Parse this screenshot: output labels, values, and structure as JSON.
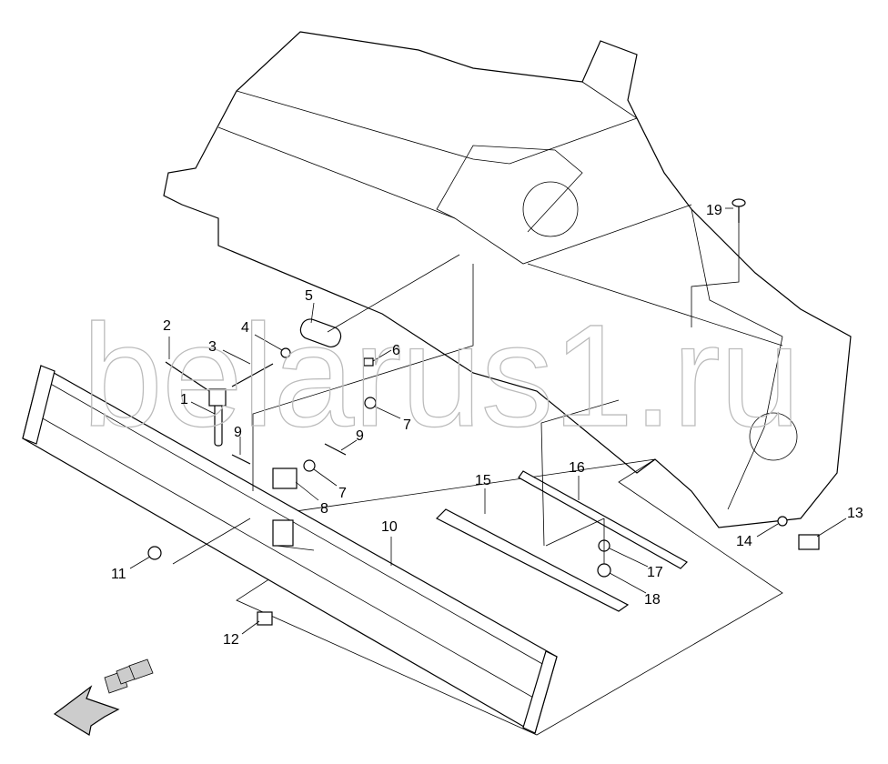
{
  "watermark": "belarus1.ru",
  "callouts": {
    "c1": "1",
    "c2": "2",
    "c3": "3",
    "c4": "4",
    "c5": "5",
    "c6": "6",
    "c7a": "7",
    "c7b": "7",
    "c8": "8",
    "c9a": "9",
    "c9b": "9",
    "c10": "10",
    "c11": "11",
    "c12": "12",
    "c13": "13",
    "c14": "14",
    "c15": "15",
    "c16": "16",
    "c17": "17",
    "c18": "18",
    "c19": "19"
  }
}
